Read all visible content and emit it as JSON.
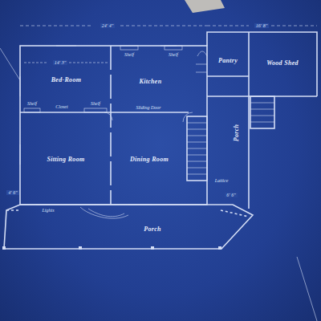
{
  "diagram": {
    "nodes": [
      {
        "text": [
          "Bed-Room"
        ]
      },
      {
        "text": [
          "Kitchen"
        ]
      },
      {
        "text": [
          "Pantry"
        ]
      },
      {
        "text": [
          "Wood Shed"
        ]
      },
      {
        "text": [
          "Sitting Room"
        ]
      },
      {
        "text": [
          "Dining Room"
        ]
      },
      {
        "text": [
          "Porch"
        ]
      },
      {
        "text": [
          "Porch"
        ]
      }
    ],
    "labels": [
      "24' 4\"",
      "16' 8\"",
      "14' 3\"",
      "Shelf",
      "Shelf",
      "Shelf",
      "Closet",
      "Shelf",
      "Sliding Door",
      "Lights",
      "6' 6\"",
      "4' 6\"",
      "Lattice"
    ]
  }
}
